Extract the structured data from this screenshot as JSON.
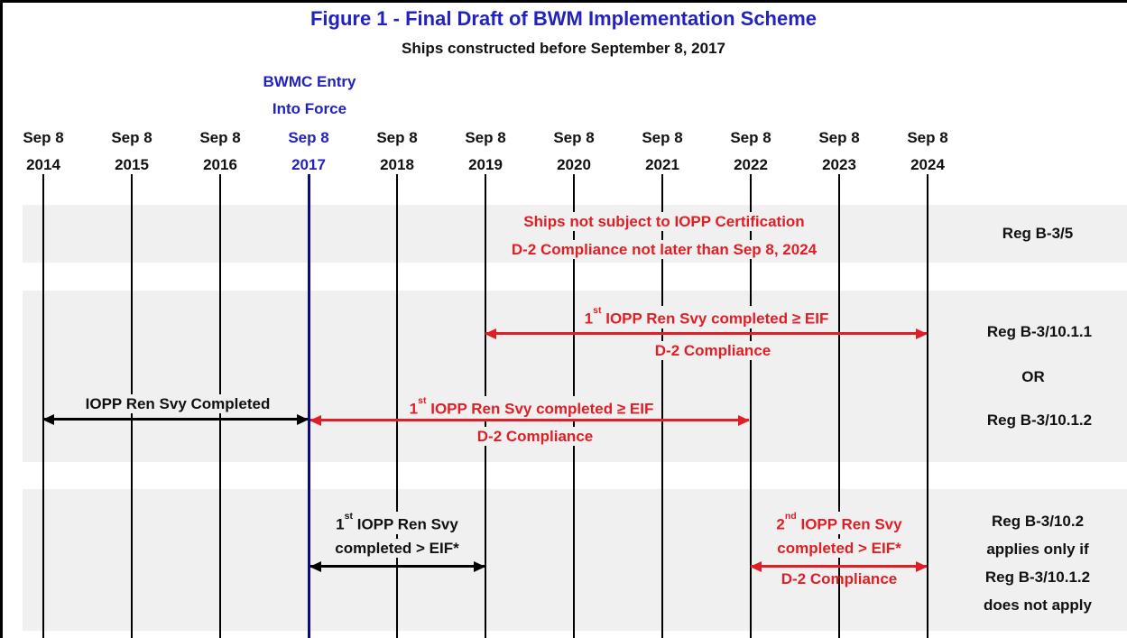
{
  "title": "Figure 1 - Final Draft of BWM Implementation Scheme",
  "subtitle": "Ships constructed before September 8, 2017",
  "eif_label": {
    "line1": "BWMC Entry",
    "line2": "Into Force"
  },
  "timeline": {
    "years": [
      {
        "month": "Sep 8",
        "year": "2014"
      },
      {
        "month": "Sep 8",
        "year": "2015"
      },
      {
        "month": "Sep 8",
        "year": "2016"
      },
      {
        "month": "Sep 8",
        "year": "2017"
      },
      {
        "month": "Sep 8",
        "year": "2018"
      },
      {
        "month": "Sep 8",
        "year": "2019"
      },
      {
        "month": "Sep 8",
        "year": "2020"
      },
      {
        "month": "Sep 8",
        "year": "2021"
      },
      {
        "month": "Sep 8",
        "year": "2022"
      },
      {
        "month": "Sep 8",
        "year": "2023"
      },
      {
        "month": "Sep 8",
        "year": "2024"
      }
    ]
  },
  "band1": {
    "line1": "Ships not subject to IOPP Certification",
    "line2": "D-2 Compliance not later than Sep 8, 2024",
    "reg": "Reg B-3/5"
  },
  "band2": {
    "top_arrow": {
      "num": "1",
      "sup": "st",
      "rest": " IOPP Ren Svy completed ≥ EIF",
      "sub": "D-2 Compliance"
    },
    "black_arrow_label": "IOPP Ren Svy Completed",
    "bottom_arrow": {
      "num": "1",
      "sup": "st",
      "rest": " IOPP Ren Svy completed ≥ EIF",
      "sub": "D-2 Compliance"
    },
    "reg1": "Reg B-3/10.1.1",
    "or": "OR",
    "reg2": "Reg B-3/10.1.2"
  },
  "band3": {
    "black": {
      "num": "1",
      "sup": "st",
      "rest": " IOPP Ren Svy",
      "line2": "completed > EIF*"
    },
    "red": {
      "num": "2",
      "sup": "nd",
      "rest": " IOPP Ren Svy",
      "line2": "completed > EIF*",
      "sub": "D-2 Compliance"
    },
    "reg_line1": "Reg B-3/10.2",
    "reg_line2": "applies only if",
    "reg_line3": "Reg B-3/10.1.2",
    "reg_line4": "does not apply"
  },
  "colors": {
    "title_blue": "#2222BE",
    "eif_line_navy": "#0A0A8C",
    "compliance_red": "#DE1F26",
    "band_gray": "#F0F0F0",
    "text_black": "#111111"
  }
}
